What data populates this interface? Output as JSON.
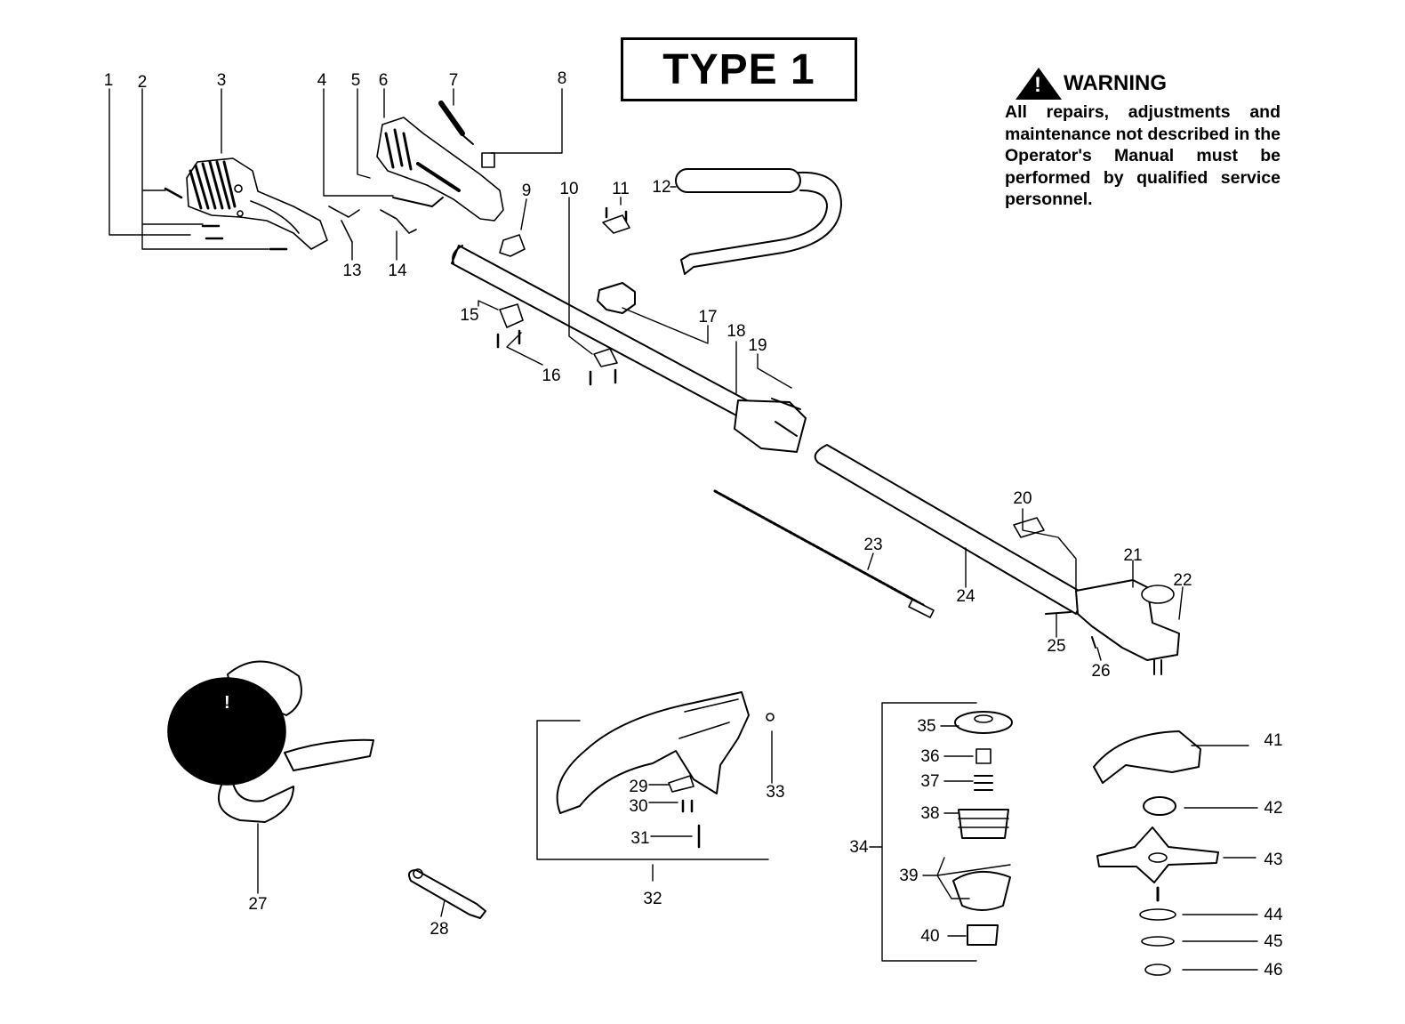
{
  "title": "TYPE 1",
  "warning": {
    "heading": "WARNING",
    "icon": "warning-triangle-icon",
    "text": "All repairs, adjustments and maintenance not described in the Operator's Manual must be performed by qualified service personnel."
  },
  "part_labels": [
    "1",
    "2",
    "3",
    "4",
    "5",
    "6",
    "7",
    "8",
    "9",
    "10",
    "11",
    "12",
    "13",
    "14",
    "15",
    "16",
    "17",
    "18",
    "19",
    "20",
    "21",
    "22",
    "23",
    "24",
    "25",
    "26",
    "27",
    "28",
    "29",
    "30",
    "31",
    "32",
    "33",
    "34",
    "35",
    "36",
    "37",
    "38",
    "39",
    "40",
    "41",
    "42",
    "43",
    "44",
    "45",
    "46"
  ],
  "colors": {
    "ink": "#000000",
    "paper": "#ffffff"
  }
}
